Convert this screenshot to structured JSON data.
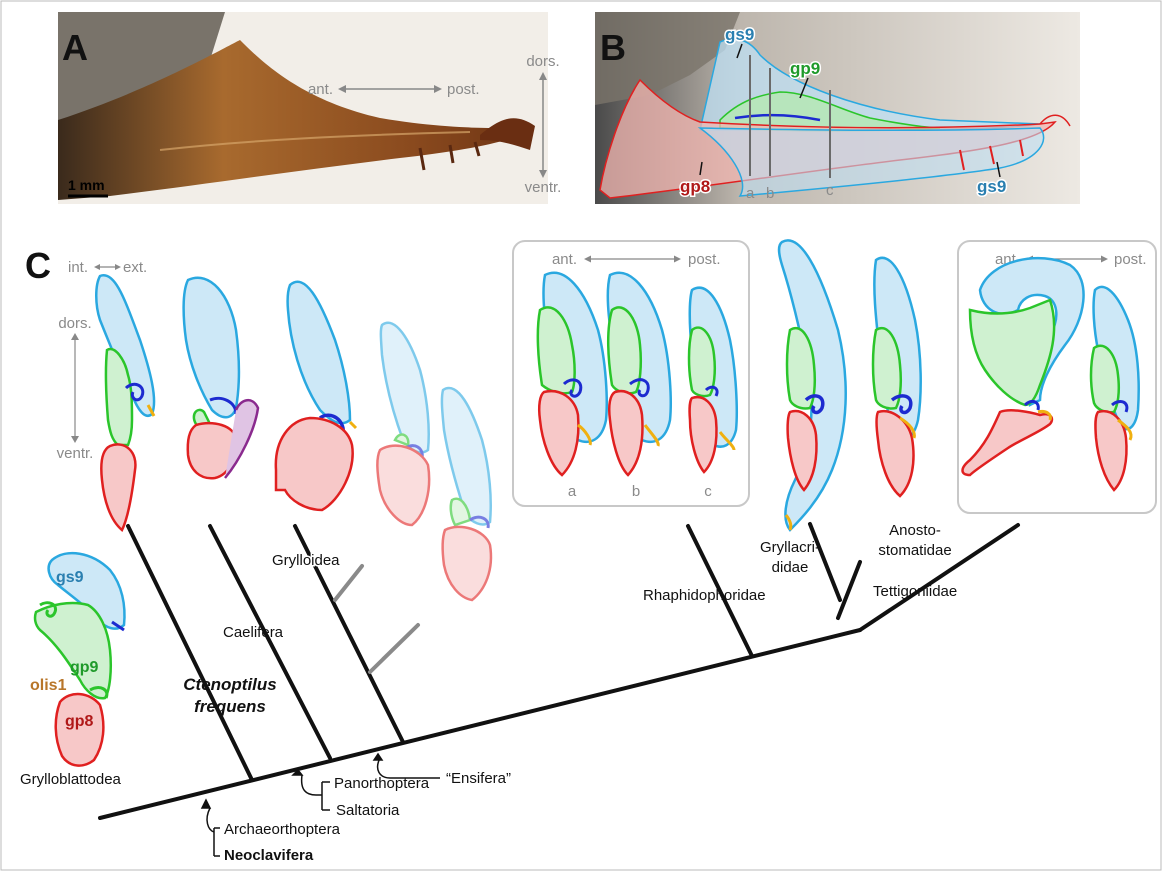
{
  "panel_a": {
    "letter": "A",
    "scale_bar": "1 mm",
    "axis_ant": "ant.",
    "axis_post": "post.",
    "axis_dors": "dors.",
    "axis_ventr": "ventr."
  },
  "panel_b": {
    "letter": "B",
    "labels": {
      "gs9_top": "gs9",
      "gp9": "gp9",
      "gp8": "gp8",
      "gs9_bottom": "gs9"
    },
    "sections": [
      "a",
      "b",
      "c"
    ]
  },
  "panel_c": {
    "letter": "C",
    "axis_int": "int.",
    "axis_ext": "ext.",
    "axis_dors": "dors.",
    "axis_ventr": "ventr.",
    "box1": {
      "ant": "ant.",
      "post": "post.",
      "sections": [
        "a",
        "b",
        "c"
      ]
    },
    "box2": {
      "ant": "ant.",
      "post": "post."
    },
    "legend": {
      "gs9": "gs9",
      "gp9": "gp9",
      "olis1": "olis1",
      "gp8": "gp8"
    },
    "taxa": {
      "grylloblattodea": "Grylloblattodea",
      "ctenoptilus_1": "Ctenoptilus",
      "ctenoptilus_2": "frequens",
      "caelifera": "Caelifera",
      "grylloidea": "Grylloidea",
      "rhaphidophoridae": "Rhaphidophoridae",
      "gryllacrididae_1": "Gryllacri-",
      "gryllacrididae_2": "didae",
      "anostostomatidae_1": "Anosto-",
      "anostostomatidae_2": "stomatidae",
      "tettigoniidae": "Tettigoniidae"
    },
    "clades": {
      "ensifera": "“Ensifera”",
      "panorthoptera": "Panorthoptera",
      "saltatoria": "Saltatoria",
      "archaeorthoptera": "Archaeorthoptera",
      "neoclavifera": "Neoclavifera"
    }
  },
  "colors": {
    "gs9": "#2aa8e0",
    "gs9_fill": "#cde8f7",
    "gp9": "#2bc52b",
    "gp9_fill": "#cff1d0",
    "gp8": "#e02020",
    "gp8_fill": "#f7c8c8",
    "olis1": "#f0b010",
    "dark_blue": "#1d2bd0",
    "purple": "#8a2a8e",
    "gs9_label": "#2a7fb0",
    "gp9_label": "#1f9a2a",
    "gp8_label": "#b01818",
    "olis1_label": "#b8762a"
  }
}
